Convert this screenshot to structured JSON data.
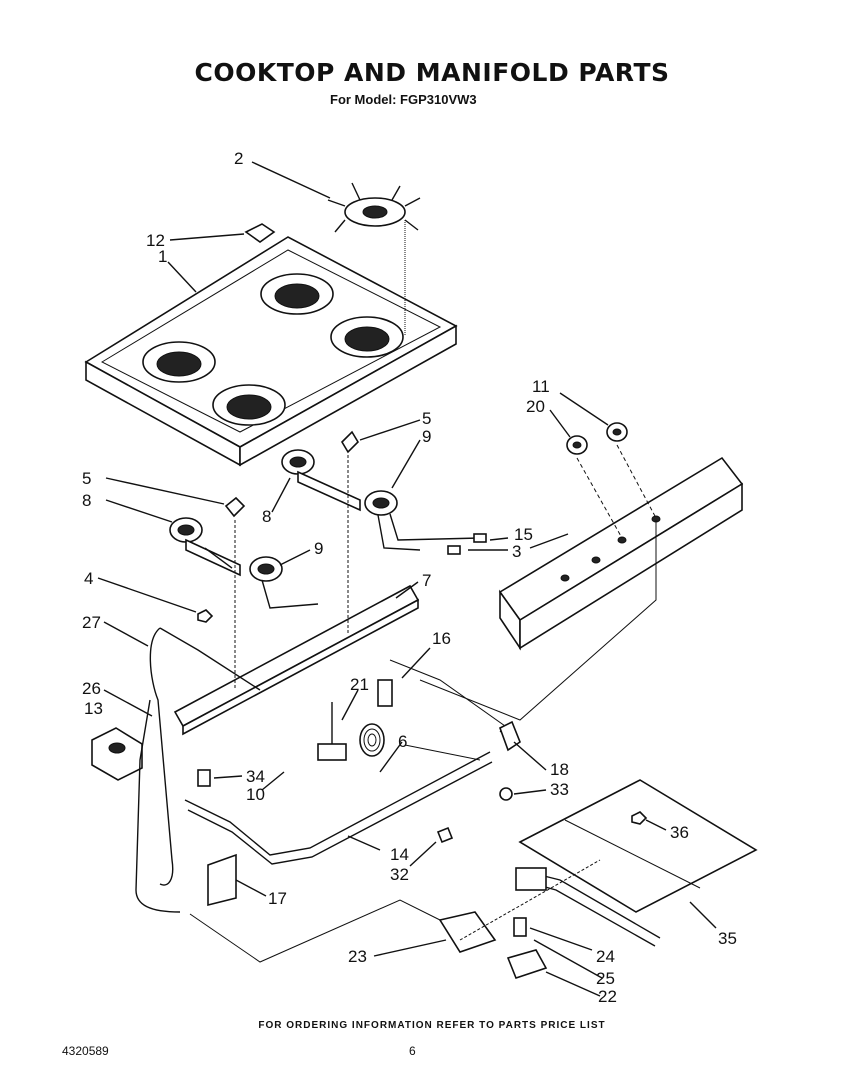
{
  "header": {
    "title": "COOKTOP AND MANIFOLD PARTS",
    "subtitle": "For Model: FGP310VW3"
  },
  "footer": {
    "note": "FOR ORDERING INFORMATION REFER TO PARTS PRICE LIST",
    "doc_number": "4320589",
    "page_number": "6"
  },
  "callouts": [
    "1",
    "2",
    "3",
    "4",
    "5",
    "5",
    "6",
    "7",
    "8",
    "8",
    "9",
    "9",
    "10",
    "11",
    "12",
    "13",
    "14",
    "15",
    "16",
    "17",
    "18",
    "20",
    "21",
    "22",
    "23",
    "24",
    "25",
    "26",
    "27",
    "32",
    "33",
    "34",
    "35",
    "36"
  ]
}
